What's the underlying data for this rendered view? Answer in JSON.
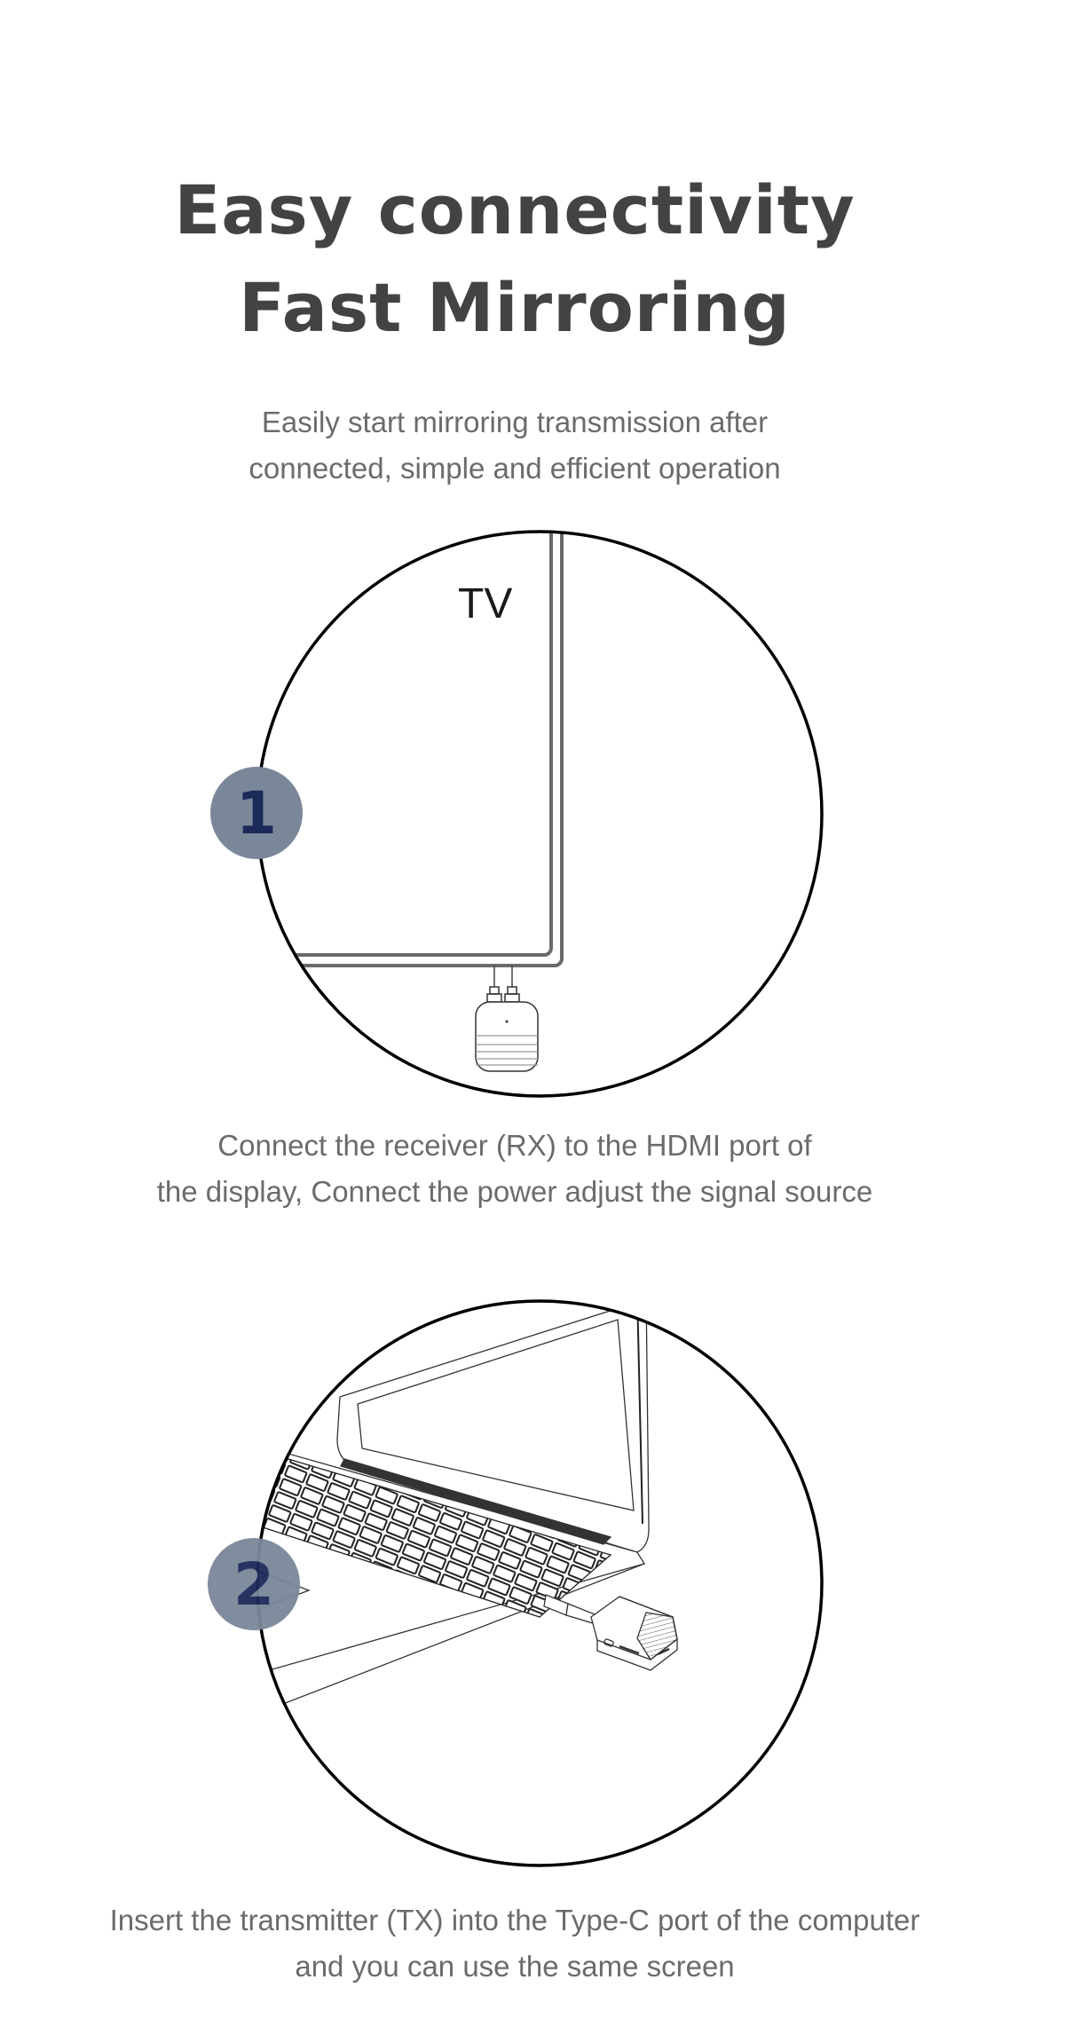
{
  "headline": {
    "line1": "Easy connectivity",
    "line2": "Fast Mirroring"
  },
  "intro": {
    "line1": "Easily start mirroring transmission after",
    "line2": "connected, simple and efficient operation"
  },
  "steps": [
    {
      "number": "1",
      "illustration": "tv-with-hdmi-receiver",
      "illustration_label": "TV",
      "caption_line1": "Connect the receiver (RX) to the HDMI port of",
      "caption_line2": "the display, Connect the power adjust the signal source"
    },
    {
      "number": "2",
      "illustration": "laptop-with-type-c-transmitter",
      "caption_line1": "Insert the transmitter (TX) into the Type-C port of the computer",
      "caption_line2": "and you can use the same screen"
    }
  ],
  "colors": {
    "headline": "#434343",
    "body_text": "#6b6b6b",
    "badge_fill": "#7a8799",
    "badge_number": "#1c2a5a",
    "line_art": "#000000"
  }
}
